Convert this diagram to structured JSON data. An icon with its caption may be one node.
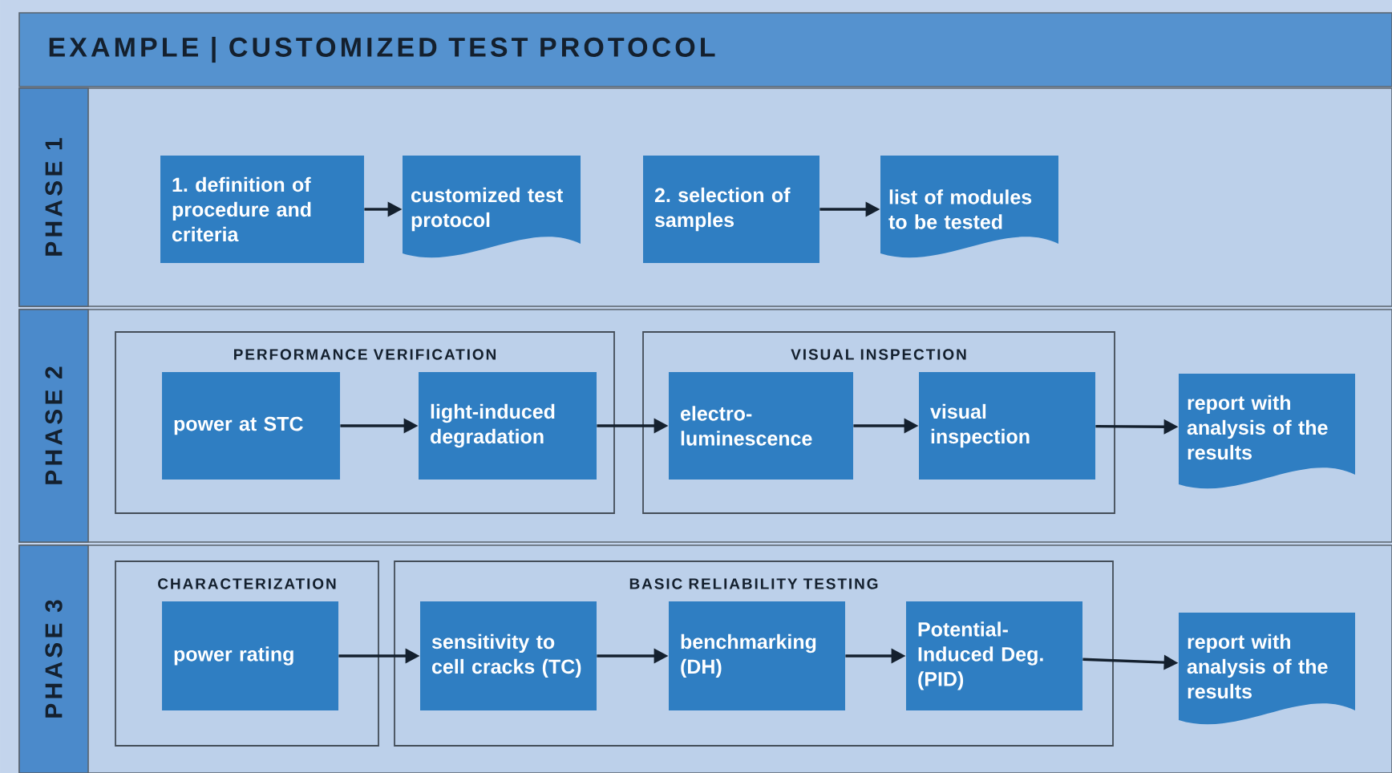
{
  "diagram": {
    "title": "EXAMPLE | CUSTOMIZED TEST PROTOCOL",
    "nodes": [
      {
        "text": [
          "PHASE 1"
        ]
      },
      {
        "text": [
          "1. definition of procedure and criteria"
        ],
        "in": 0
      },
      {
        "text": [
          "customized test protocol"
        ],
        "in": 0
      },
      {
        "text": [
          "2. selection of samples"
        ],
        "in": 0
      },
      {
        "text": [
          "list of modules to be tested"
        ],
        "in": 0
      },
      {
        "text": [
          "PHASE 2"
        ]
      },
      {
        "text": [
          "PERFORMANCE VERIFICATION"
        ],
        "in": 5
      },
      {
        "text": [
          "power at STC"
        ],
        "in": 6
      },
      {
        "text": [
          "light-induced degradation"
        ],
        "in": 6
      },
      {
        "text": [
          "VISUAL INSPECTION"
        ],
        "in": 5
      },
      {
        "text": [
          "electro-luminescence"
        ],
        "in": 9
      },
      {
        "text": [
          "visual inspection"
        ],
        "in": 9
      },
      {
        "text": [
          "report with analysis of the results"
        ],
        "in": 5
      },
      {
        "text": [
          "PHASE 3"
        ]
      },
      {
        "text": [
          "CHARACTERIZATION"
        ],
        "in": 13
      },
      {
        "text": [
          "power rating"
        ],
        "in": 14
      },
      {
        "text": [
          "BASIC RELIABILITY TESTING"
        ],
        "in": 13
      },
      {
        "text": [
          "sensitivity to cell cracks (TC)"
        ],
        "in": 16
      },
      {
        "text": [
          "benchmarking (DH)"
        ],
        "in": 16
      },
      {
        "text": [
          "Potential-Induced Deg. (PID)"
        ],
        "in": 16
      },
      {
        "text": [
          "report with analysis of the results"
        ],
        "in": 13
      }
    ],
    "edges": [
      {
        "from": 1,
        "to": 2,
        "arrow": "to"
      },
      {
        "from": 3,
        "to": 4,
        "arrow": "to"
      },
      {
        "from": 7,
        "to": 8,
        "arrow": "to"
      },
      {
        "from": 8,
        "to": 10,
        "arrow": "to"
      },
      {
        "from": 10,
        "to": 11,
        "arrow": "to"
      },
      {
        "from": 11,
        "to": 12,
        "arrow": "to"
      },
      {
        "from": 15,
        "to": 17,
        "arrow": "to"
      },
      {
        "from": 17,
        "to": 18,
        "arrow": "to"
      },
      {
        "from": 18,
        "to": 19,
        "arrow": "to"
      },
      {
        "from": 19,
        "to": 20,
        "arrow": "to"
      }
    ]
  }
}
